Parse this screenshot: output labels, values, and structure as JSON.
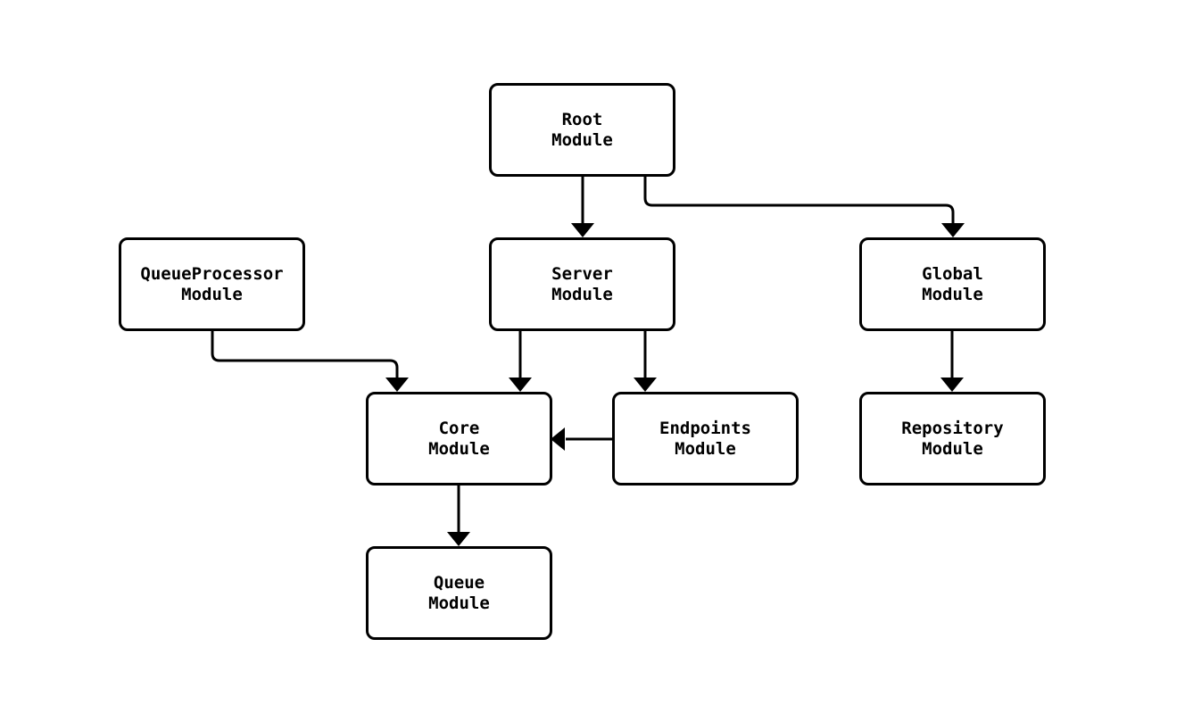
{
  "diagram": {
    "type": "module-dependency-flowchart",
    "background_color": "#ffffff",
    "line_color": "#000000",
    "node_fill_color": "#ffffff",
    "nodes": {
      "root": {
        "label": "Root\nModule"
      },
      "queueprocessor": {
        "label": "QueueProcessor\nModule"
      },
      "server": {
        "label": "Server\nModule"
      },
      "global": {
        "label": "Global\nModule"
      },
      "core": {
        "label": "Core\nModule"
      },
      "endpoints": {
        "label": "Endpoints\nModule"
      },
      "repository": {
        "label": "Repository\nModule"
      },
      "queue": {
        "label": "Queue\nModule"
      }
    },
    "edges": [
      {
        "from": "Root Module",
        "to": "Server Module"
      },
      {
        "from": "Root Module",
        "to": "Global Module"
      },
      {
        "from": "QueueProcessor Module",
        "to": "Core Module"
      },
      {
        "from": "Server Module",
        "to": "Core Module"
      },
      {
        "from": "Server Module",
        "to": "Endpoints Module"
      },
      {
        "from": "Endpoints Module",
        "to": "Core Module"
      },
      {
        "from": "Core Module",
        "to": "Queue Module"
      },
      {
        "from": "Global Module",
        "to": "Repository Module"
      }
    ]
  }
}
